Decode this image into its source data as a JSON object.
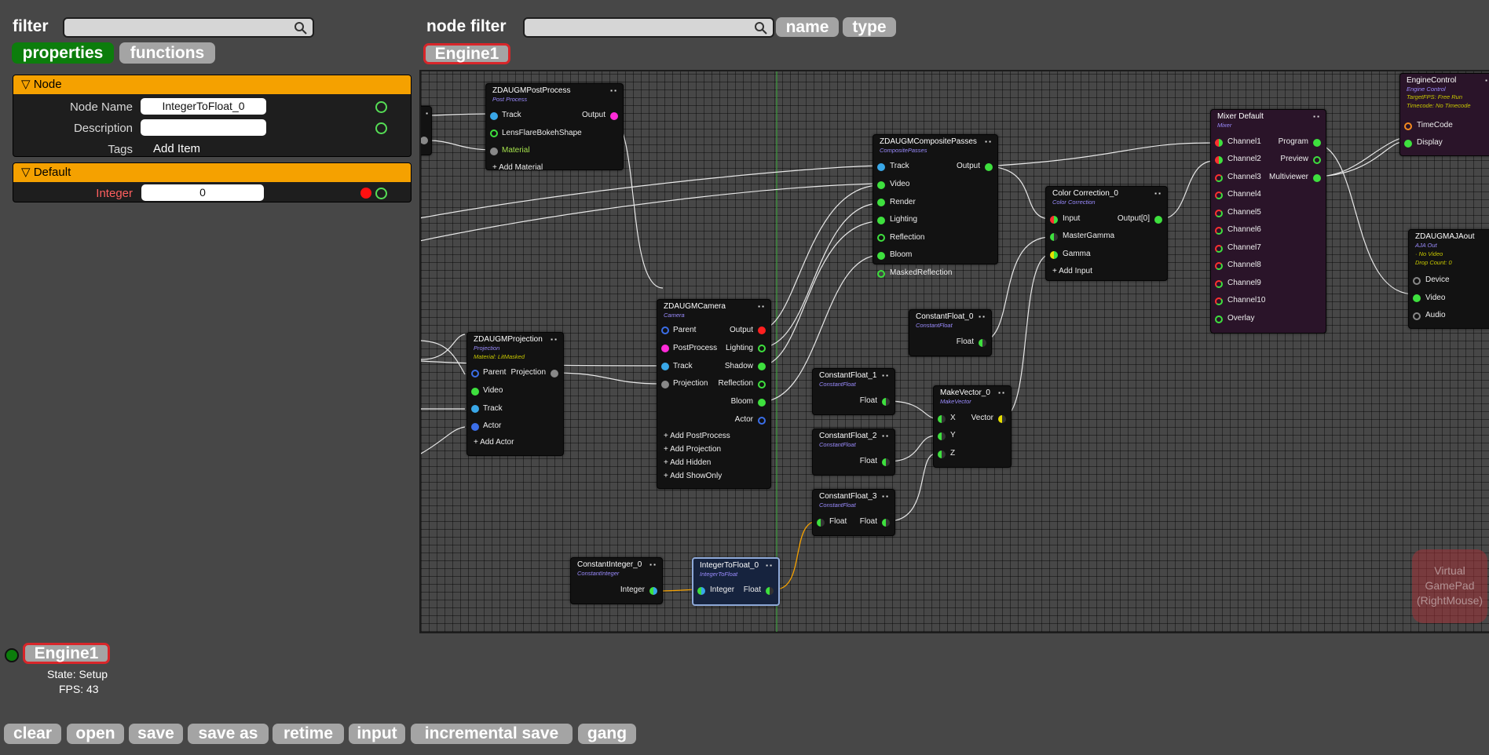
{
  "left_panel": {
    "filter_label": "filter",
    "tabs": {
      "properties": "properties",
      "functions": "functions"
    },
    "node_section": {
      "title": "▽ Node",
      "rows": [
        {
          "label": "Node Name",
          "value": "IntegerToFloat_0"
        },
        {
          "label": "Description",
          "value": ""
        },
        {
          "label": "Tags",
          "value": "Add Item"
        }
      ]
    },
    "default_section": {
      "title": "▽ Default",
      "rows": [
        {
          "label": "Integer",
          "value": "0"
        }
      ]
    }
  },
  "node_editor": {
    "filter_label": "node filter",
    "name_button": "name",
    "type_button": "type",
    "engine_tab": "Engine1",
    "virtual_gamepad": "Virtual GamePad (RightMouse)",
    "nodes": {
      "postprocess": {
        "title": "ZDAUGMPostProcess",
        "subtitle": "Post Process",
        "ports": [
          "Track",
          "LensFlareBokehShape",
          "Material"
        ],
        "out": "Output",
        "add": "+ Add Material"
      },
      "projection": {
        "title": "ZDAUGMProjection",
        "subtitle": "Projection",
        "subtitle2": "Material: LitMasked",
        "ports": [
          "Parent",
          "Video",
          "Track",
          "Actor"
        ],
        "out": "Projection",
        "add": "+ Add Actor"
      },
      "camera": {
        "title": "ZDAUGMCamera",
        "subtitle": "Camera",
        "ports": [
          "Parent",
          "PostProcess",
          "Track",
          "Projection"
        ],
        "outs": [
          "Output",
          "Lighting",
          "Shadow",
          "Reflection",
          "Bloom",
          "Actor"
        ],
        "adds": [
          "+ Add PostProcess",
          "+ Add Projection",
          "+ Add Hidden",
          "+ Add ShowOnly"
        ]
      },
      "composite": {
        "title": "ZDAUGMCompositePasses",
        "subtitle": "CompositePasses",
        "ports": [
          "Track",
          "Video",
          "Render",
          "Lighting",
          "Reflection",
          "Bloom",
          "MaskedReflection"
        ],
        "out": "Output"
      },
      "colorcorr": {
        "title": "Color Correction_0",
        "subtitle": "Color Correction",
        "ports": [
          "Input",
          "MasterGamma",
          "Gamma"
        ],
        "out": "Output[0]",
        "add": "+ Add Input"
      },
      "mixer": {
        "title": "Mixer Default",
        "subtitle": "Mixer",
        "ports": [
          "Channel1",
          "Channel2",
          "Channel3",
          "Channel4",
          "Channel5",
          "Channel6",
          "Channel7",
          "Channel8",
          "Channel9",
          "Channel10",
          "Overlay"
        ],
        "outs": [
          "Program",
          "Preview",
          "Multiviewer"
        ]
      },
      "enginecontrol": {
        "title": "EngineControl",
        "subtitle": "Engine Control",
        "info1": "TargetFPS: Free Run",
        "info2": "Timecode: No Timecode",
        "ports": [
          "TimeCode",
          "Display"
        ]
      },
      "ajaout": {
        "title": "ZDAUGMAJAout",
        "subtitle": "AJA Out",
        "info1": "· No Video",
        "info2": "Drop Count: 0",
        "ports": [
          "Device",
          "Video",
          "Audio"
        ]
      },
      "cf0": {
        "title": "ConstantFloat_0",
        "subtitle": "ConstantFloat",
        "out": "Float"
      },
      "cf1": {
        "title": "ConstantFloat_1",
        "subtitle": "ConstantFloat",
        "out": "Float"
      },
      "cf2": {
        "title": "ConstantFloat_2",
        "subtitle": "ConstantFloat",
        "out": "Float"
      },
      "cf3": {
        "title": "ConstantFloat_3",
        "subtitle": "ConstantFloat",
        "in": "Float",
        "out": "Float"
      },
      "makevector": {
        "title": "MakeVector_0",
        "subtitle": "MakeVector",
        "ports": [
          "X",
          "Y",
          "Z"
        ],
        "out": "Vector"
      },
      "constint": {
        "title": "ConstantInteger_0",
        "subtitle": "ConstantInteger",
        "out": "Integer"
      },
      "inttofloat": {
        "title": "IntegerToFloat_0",
        "subtitle": "IntegerToFloat",
        "in": "Integer",
        "out": "Float"
      }
    }
  },
  "status": {
    "engine_name": "Engine1",
    "state": "State: Setup",
    "fps": "FPS: 43"
  },
  "toolbar": {
    "clear": "clear",
    "open": "open",
    "save": "save",
    "save_as": "save as",
    "retime": "retime",
    "input": "input",
    "incremental_save": "incremental save",
    "gang": "gang"
  },
  "colors": {
    "accent_orange": "#f5a100",
    "tab_green": "#0c7d0c",
    "engine_red": "#d8262a",
    "port_green": "#3ee03e"
  },
  "icons": [
    "search-icon",
    "lock-icon",
    "save-icon"
  ]
}
